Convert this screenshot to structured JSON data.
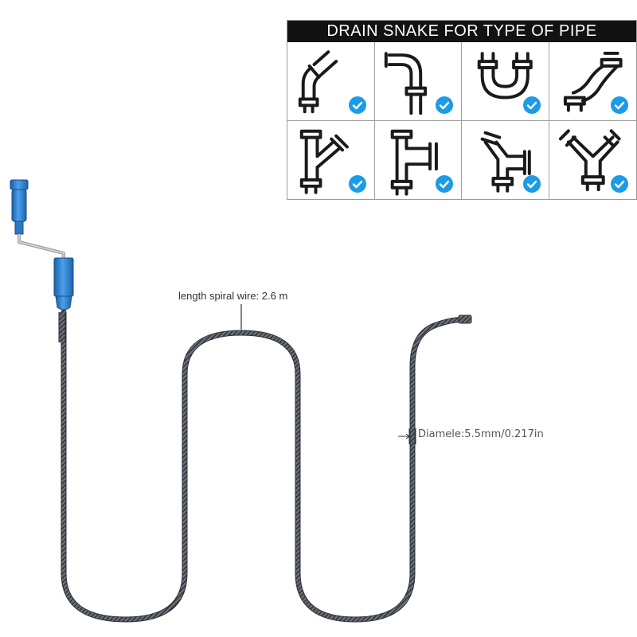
{
  "pipe_table": {
    "title": "DRAIN SNAKE FOR TYPE OF PIPE",
    "cells": [
      {
        "icon": "angled-elbow-pipe-icon",
        "checked": true
      },
      {
        "icon": "ninety-degree-elbow-pipe-icon",
        "checked": true
      },
      {
        "icon": "u-bend-pipe-icon",
        "checked": true
      },
      {
        "icon": "s-bend-pipe-icon",
        "checked": true
      },
      {
        "icon": "wye-branch-pipe-icon",
        "checked": true
      },
      {
        "icon": "tee-pipe-icon",
        "checked": true
      },
      {
        "icon": "angled-tee-pipe-icon",
        "checked": true
      },
      {
        "icon": "y-fork-pipe-icon",
        "checked": true
      }
    ]
  },
  "product": {
    "length_label": "length spiral wire: 2.6 m",
    "diameter_label": "Diamele:5.5mm/0.217in"
  },
  "colors": {
    "title_bar": "#121212",
    "check_badge": "#1c9be6",
    "handle_blue": "#2f86d6",
    "wire_gray": "#5a6068"
  }
}
